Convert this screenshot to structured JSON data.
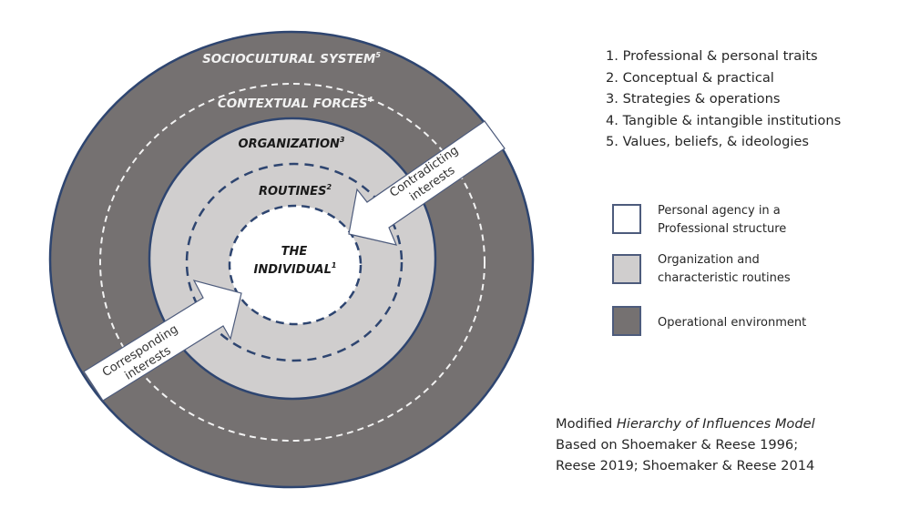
{
  "diagram": {
    "title": "Modified Hierarchy of Influences Model",
    "colors": {
      "operational_environment": "#757171",
      "organization": "#d0cece",
      "individual": "#ffffff",
      "outline": "#2e4570",
      "inner_dashed": "#2e4570",
      "outer_dashed": "#f2f2f2"
    },
    "rings": [
      {
        "level": 5,
        "label": "SOCIOCULTURAL SYSTEM",
        "superscript": "5"
      },
      {
        "level": 4,
        "label": "CONTEXTUAL FORCES",
        "superscript": "4"
      },
      {
        "level": 3,
        "label": "ORGANIZATION",
        "superscript": "3"
      },
      {
        "level": 2,
        "label": "ROUTINES",
        "superscript": "2"
      },
      {
        "level": 1,
        "label_line1": "THE",
        "label_line2": "INDIVIDUAL",
        "superscript": "1"
      }
    ],
    "arrows": [
      {
        "id": "contradicting",
        "line1": "Contradicting",
        "line2": "interests",
        "direction": "inward from top-right"
      },
      {
        "id": "corresponding",
        "line1": "Corresponding",
        "line2": "interests",
        "direction": "inward from bottom-left"
      }
    ]
  },
  "levels_key": [
    "1. Professional & personal traits",
    "2. Conceptual & practical",
    "3. Strategies & operations",
    "4. Tangible & intangible institutions",
    "5. Values, beliefs, & ideologies"
  ],
  "legend": [
    {
      "color": "#ffffff",
      "line1": "Personal agency in a",
      "line2": "Professional structure"
    },
    {
      "color": "#d0cece",
      "line1": "Organization and",
      "line2": "characteristic routines"
    },
    {
      "color": "#757171",
      "line1": "Operational environment",
      "line2": ""
    }
  ],
  "caption": {
    "line1_prefix": "Modified ",
    "line1_italic": "Hierarchy of Influences Model",
    "line2": "Based on Shoemaker & Reese 1996;",
    "line3": "Reese 2019; Shoemaker & Reese 2014"
  }
}
